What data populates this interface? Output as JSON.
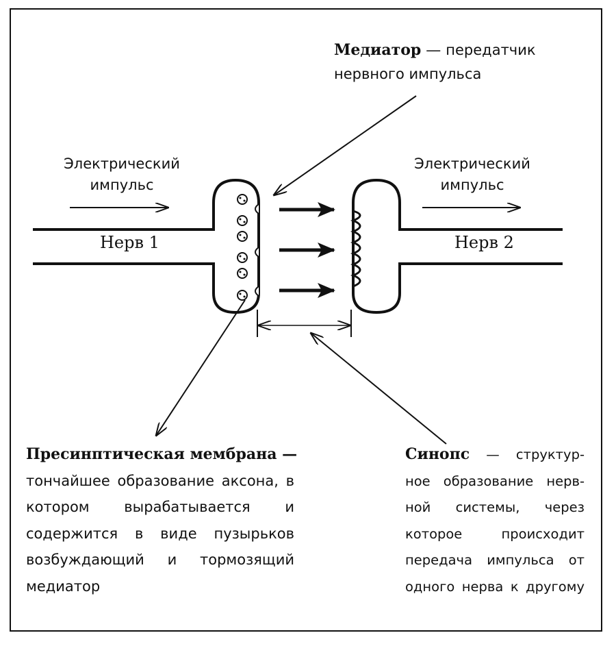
{
  "mediator": {
    "title": "Медиатор",
    "dash": " — ",
    "line1_rest": "передатчик",
    "line2": "нервного импульса"
  },
  "impulse_left": {
    "line1": "Электрический",
    "line2": "импульс"
  },
  "impulse_right": {
    "line1": "Электрический",
    "line2": "импульс"
  },
  "nerve1": "Нерв 1",
  "nerve2": "Нерв 2",
  "presynaptic": {
    "title": "Пресинптическая мембрана",
    "dash": " —",
    "lines": [
      "тончайшее образование аксона, в",
      "котором вырабатывается и",
      "содержится в виде пузырьков",
      "возбуждающий и тормозящий",
      "медиатор"
    ]
  },
  "synapse": {
    "title": "Синопс",
    "dash": " — ",
    "line1_rest": "структур-",
    "lines": [
      "ное образование нерв-",
      "ной системы, через",
      "которое происходит",
      "передача импульса от",
      "одного нерва к другому"
    ]
  }
}
